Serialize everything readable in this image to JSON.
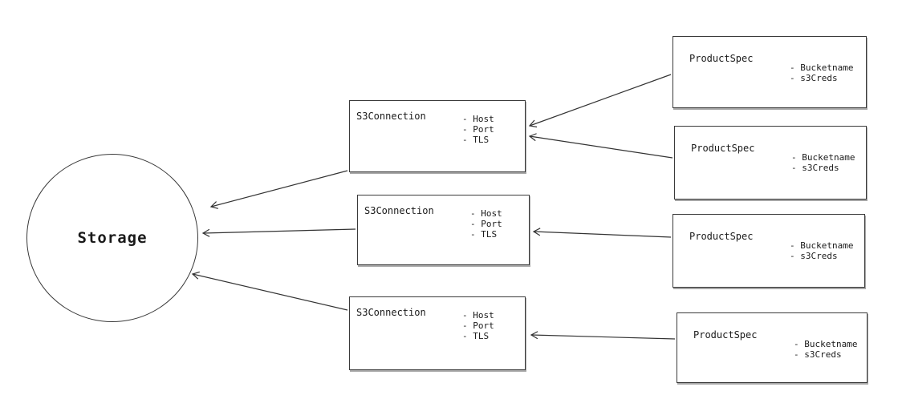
{
  "diagram": {
    "storage": {
      "label": "Storage"
    },
    "s3_connections": [
      {
        "title": "S3Connection",
        "attributes": [
          "- Host",
          "- Port",
          "- TLS"
        ]
      },
      {
        "title": "S3Connection",
        "attributes": [
          "- Host",
          "- Port",
          "- TLS"
        ]
      },
      {
        "title": "S3Connection",
        "attributes": [
          "- Host",
          "- Port",
          "- TLS"
        ]
      }
    ],
    "product_specs": [
      {
        "title": "ProductSpec",
        "attributes": [
          "- Bucketname",
          "- s3Creds"
        ]
      },
      {
        "title": "ProductSpec",
        "attributes": [
          "- Bucketname",
          "- s3Creds"
        ]
      },
      {
        "title": "ProductSpec",
        "attributes": [
          "- Bucketname",
          "- s3Creds"
        ]
      },
      {
        "title": "ProductSpec",
        "attributes": [
          "- Bucketname",
          "- s3Creds"
        ]
      }
    ],
    "colors": {
      "stroke": "#333333",
      "background": "#ffffff"
    }
  }
}
